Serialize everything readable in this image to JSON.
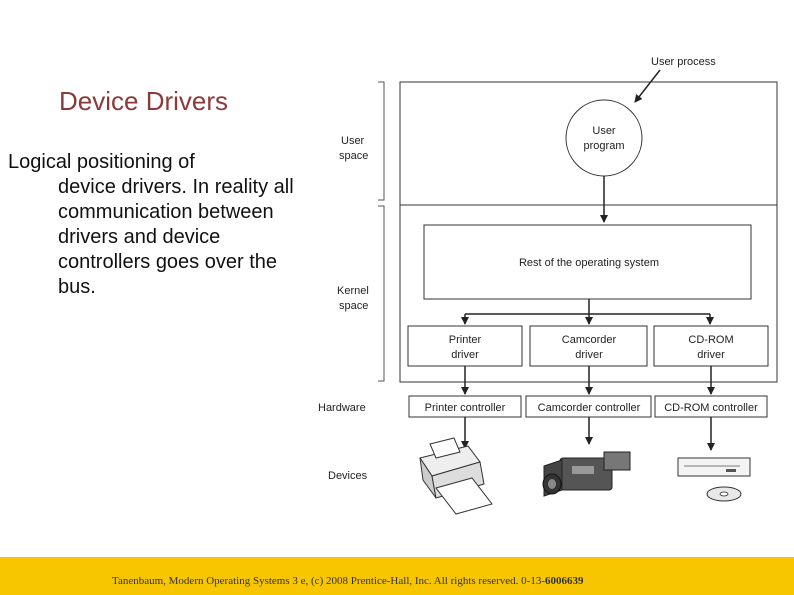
{
  "slide": {
    "title": "Device Drivers",
    "body_first": "Logical positioning of",
    "body_rest": "device drivers. In reality all communication between drivers and device controllers goes over the bus."
  },
  "diagram": {
    "user_process_label": "User process",
    "user_program_line1": "User",
    "user_program_line2": "program",
    "user_space_line1": "User",
    "user_space_line2": "space",
    "kernel_space_line1": "Kernel",
    "kernel_space_line2": "space",
    "rest_of_os": "Rest of the operating system",
    "hardware_label": "Hardware",
    "devices_label": "Devices",
    "drivers": [
      {
        "line1": "Printer",
        "line2": "driver"
      },
      {
        "line1": "Camcorder",
        "line2": "driver"
      },
      {
        "line1": "CD-ROM",
        "line2": "driver"
      }
    ],
    "controllers": [
      "Printer controller",
      "Camcorder controller",
      "CD-ROM controller"
    ]
  },
  "footer": {
    "text": "Tanenbaum, Modern Operating Systems 3 e, (c) 2008 Prentice-Hall, Inc. All rights reserved. 0-13-",
    "bold": "6006639",
    "bar_color": "#f7c600"
  }
}
